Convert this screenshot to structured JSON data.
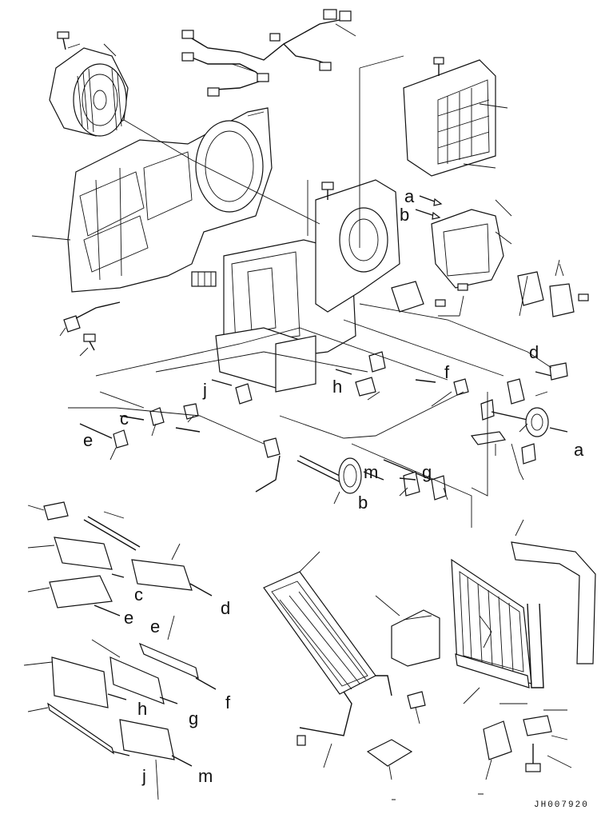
{
  "callouts": {
    "a1": "a",
    "b1": "b",
    "d1": "d",
    "f1": "f",
    "h1": "h",
    "j1": "j",
    "c1": "c",
    "e1": "e",
    "a2": "a",
    "m1": "m",
    "g1": "g",
    "b2": "b",
    "c2": "c",
    "d2": "d",
    "e2": "e",
    "e3": "e",
    "f2": "f",
    "g2": "g",
    "h2": "h",
    "j2": "j",
    "m2": "m"
  },
  "drawing_code": "JH007920"
}
